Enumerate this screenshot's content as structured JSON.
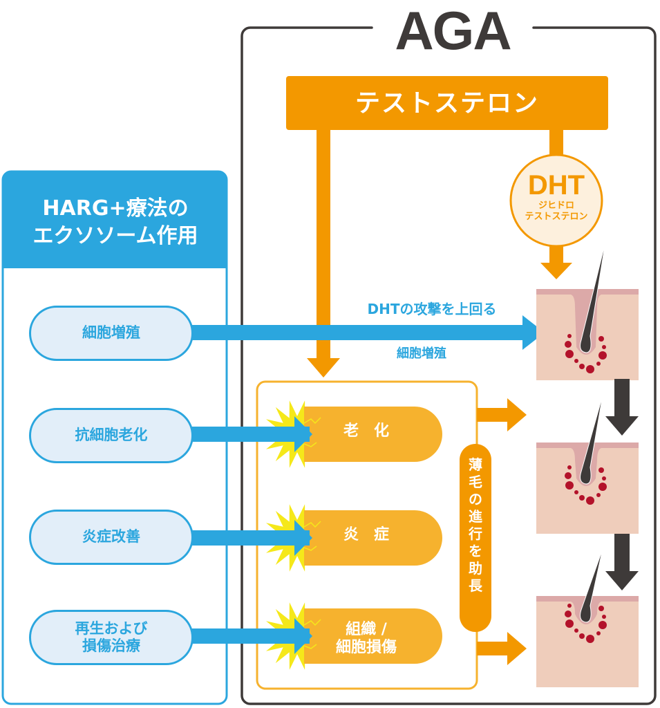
{
  "colors": {
    "blue": "#2ba6de",
    "blue_light": "#e2eef9",
    "orange": "#f39800",
    "orange_light": "#f6b22e",
    "dark": "#3e3a39",
    "skin": "#efcdbb",
    "skin_top": "#dca9a8",
    "blood": "#b3122a",
    "burst": "#f5e81a"
  },
  "harg": {
    "title_line1": "HARG+療法の",
    "title_line2": "エクソソーム作用",
    "items": [
      {
        "label": "細胞増殖"
      },
      {
        "label": "抗細胞老化"
      },
      {
        "label": "炎症改善"
      },
      {
        "label_line1": "再生および",
        "label_line2": "損傷治療"
      }
    ]
  },
  "aga": {
    "title": "AGA",
    "testosterone": "テストステロン",
    "dht": {
      "abbr": "DHT",
      "sub_line1": "ジヒドロ",
      "sub_line2": "テストステロン"
    },
    "arrow_label_top": "DHTの攻撃を上回る",
    "arrow_label_bottom": "細胞増殖",
    "effects": [
      {
        "label": "老　化"
      },
      {
        "label": "炎　症"
      },
      {
        "label_line1": "組織 /",
        "label_line2": "細胞損傷"
      }
    ],
    "progress_label": [
      "薄",
      "毛",
      "の",
      "進",
      "行",
      "を",
      "助",
      "長"
    ]
  }
}
